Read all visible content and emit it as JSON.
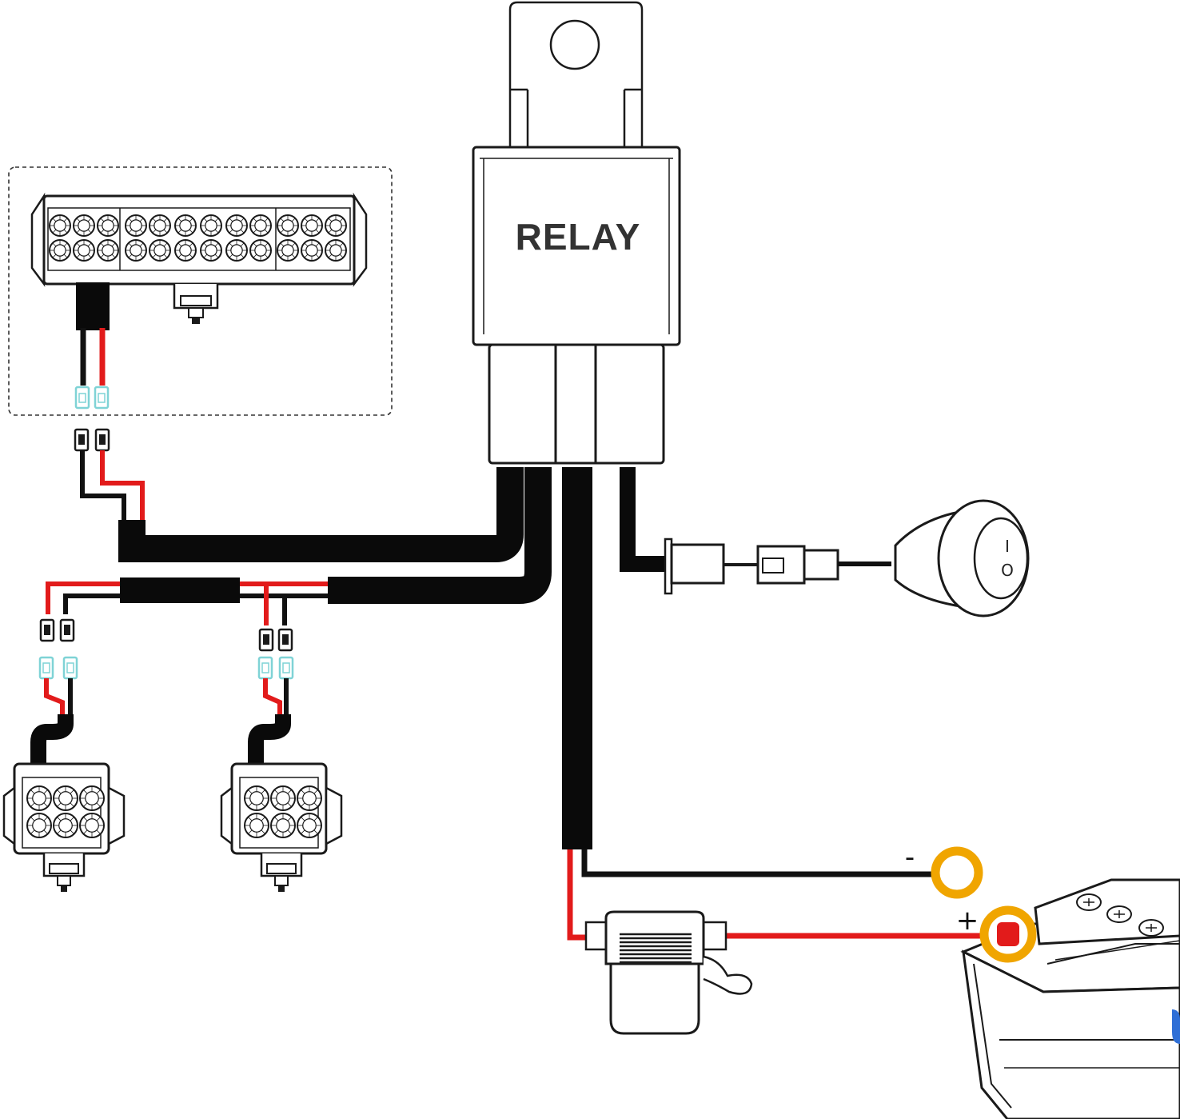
{
  "relay": {
    "label": "RELAY"
  },
  "battery": {
    "negative_sign": "-",
    "positive_sign": "+"
  },
  "switch": {
    "on_mark": "I",
    "off_mark": "O"
  },
  "colors": {
    "positive_wire": "#e21b1b",
    "ground_wire": "#111111",
    "harness": "#0a0a0a",
    "terminal_ring": "#f0a500",
    "connector_tint": "#7fd3d6",
    "battery_cap": "#2f6fd6",
    "outline": "#1a1a1a"
  },
  "icons": {
    "light_bar": "led-light-bar-icon",
    "pod_light": "led-pod-light-icon",
    "relay": "relay-icon",
    "switch": "rocker-switch-icon",
    "fuse": "inline-fuse-holder-icon",
    "battery": "car-battery-icon"
  }
}
